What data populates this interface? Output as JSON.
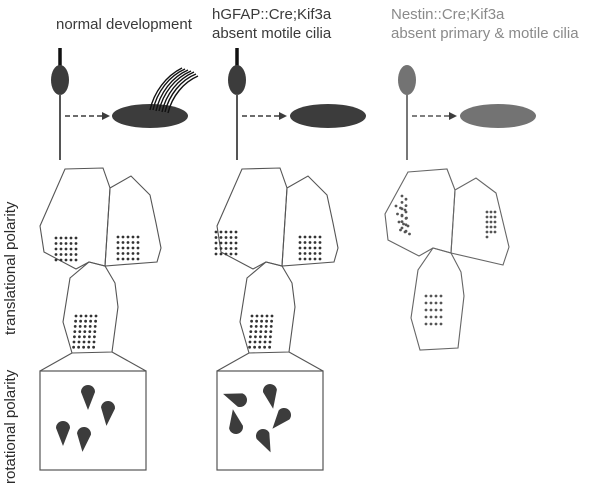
{
  "columns": [
    {
      "title": "normal development",
      "subtitle": ""
    },
    {
      "title": "hGFAP::Cre;Kif3a",
      "subtitle": "absent motile cilia"
    },
    {
      "title": "Nestin::Cre;Kif3a",
      "subtitle": "absent primary & motile cilia"
    }
  ],
  "row_labels": {
    "translational": "translational polarity",
    "rotational": "rotational polarity"
  },
  "colors": {
    "dark": "#3c3c3c",
    "light": "#737373",
    "outline": "#555555"
  }
}
